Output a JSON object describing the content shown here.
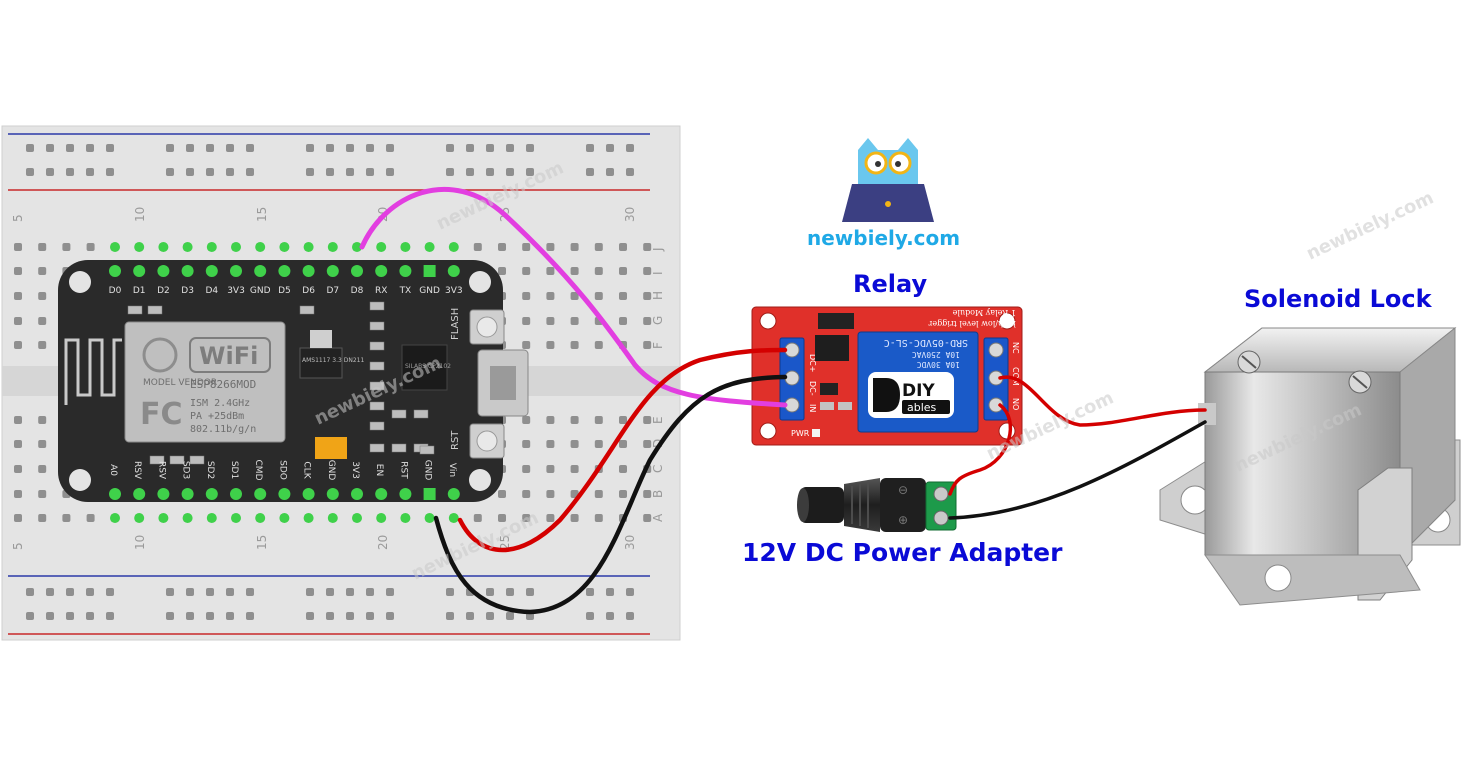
{
  "labels": {
    "relay": "Relay",
    "solenoid_lock": "Solenoid Lock",
    "power_adapter": "12V DC Power Adapter",
    "site": "newbiely.com"
  },
  "watermark": "newbiely.com",
  "breadboard": {
    "column_numbers": [
      "5",
      "10",
      "15",
      "20",
      "25",
      "30"
    ],
    "row_letters_top": [
      "J",
      "I",
      "H",
      "G",
      "F"
    ],
    "row_letters_bottom": [
      "E",
      "D",
      "C",
      "B",
      "A"
    ]
  },
  "esp8266": {
    "top_pins": [
      "D0",
      "D1",
      "D2",
      "D3",
      "D4",
      "3V3",
      "GND",
      "D5",
      "D6",
      "D7",
      "D8",
      "RX",
      "TX",
      "GND",
      "3V3"
    ],
    "bottom_pins": [
      "A0",
      "RSV",
      "RSV",
      "SD3",
      "SD2",
      "SD1",
      "CMD",
      "SDO",
      "CLK",
      "GND",
      "3V3",
      "EN",
      "RST",
      "GND",
      "Vin"
    ],
    "wifi_text": "WiFi",
    "module_text": "ESP8266MOD",
    "vendor_text": "MODEL VENDOR",
    "spec_lines": [
      "ISM 2.4GHz",
      "PA +25dBm",
      "802.11b/g/n"
    ],
    "fcc_text": "FC",
    "flash_text": "FLASH",
    "rst_text": "RST",
    "regulator_text": "AMS1117 3.3 DN211",
    "usb_chip_text": "SILABS CP2102"
  },
  "relay_module": {
    "header_text": "1 Relay Module",
    "trigger_text": "high/low level trigger",
    "input_pins": [
      "DC+",
      "DC-",
      "IN"
    ],
    "output_pins": [
      "NC",
      "COM",
      "NO"
    ],
    "relay_model": "SRD-05VDC-SL-C",
    "ratings": [
      "10A 250VAC",
      "10A 30VDC"
    ],
    "brand": [
      "DIY",
      "ables"
    ],
    "pwr_text": "PWR"
  },
  "colors": {
    "label_blue": "#0a0ad6",
    "logo_blue": "#1fa9e6",
    "wire_magenta": "#e23ee0",
    "wire_red": "#d40000",
    "wire_black": "#111111",
    "relay_red": "#e0302a",
    "terminal_blue": "#1a57c9",
    "adapter_green": "#1d9a4a",
    "rail_blue": "#2b3aa8",
    "rail_red": "#c8282a"
  },
  "icons": [
    "owl-logo-icon",
    "laptop-icon",
    "wifi-antenna-icon"
  ]
}
